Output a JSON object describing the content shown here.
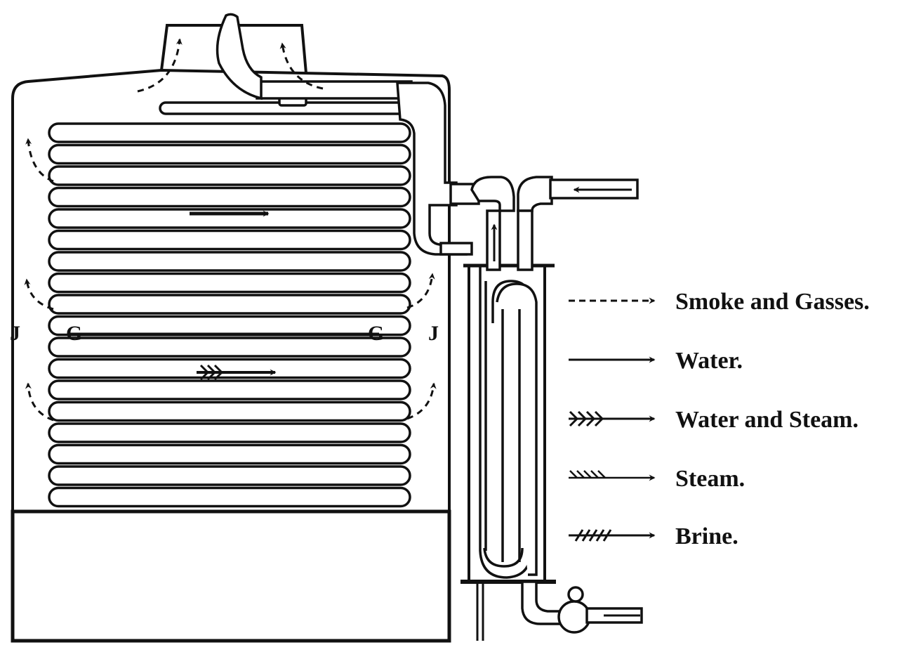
{
  "legend": [
    {
      "key": "smoke",
      "label": "Smoke and Gasses.",
      "arrow": "dashed"
    },
    {
      "key": "water",
      "label": "Water.",
      "arrow": "solid"
    },
    {
      "key": "water_steam",
      "label": "Water and Steam.",
      "arrow": "feathered-solid"
    },
    {
      "key": "steam",
      "label": "Steam.",
      "arrow": "light-feathered"
    },
    {
      "key": "brine",
      "label": "Brine.",
      "arrow": "hatched"
    }
  ],
  "labels": {
    "jacket_left": "J",
    "jacket_right": "J",
    "coil_left": "G",
    "coil_right": "G"
  },
  "colors": {
    "ink": "#111111",
    "paper": "#ffffff"
  }
}
